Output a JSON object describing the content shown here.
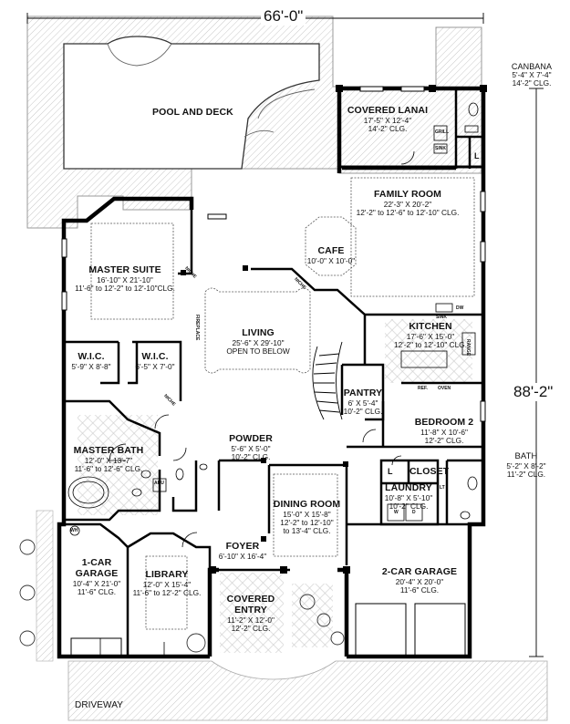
{
  "plan": {
    "width_dim": "66'-0\"",
    "depth_dim": "88'-2\"",
    "rooms": [
      {
        "id": "pool",
        "name": "POOL AND DECK",
        "lines": []
      },
      {
        "id": "lanai",
        "name": "COVERED LANAI",
        "lines": [
          "17'-5\" X 12'-4\"",
          "14'-2\" CLG."
        ]
      },
      {
        "id": "canbana",
        "name": "CANBANA",
        "lines": [
          "5'-4\" X 7'-4\"",
          "14'-2\" CLG."
        ]
      },
      {
        "id": "family",
        "name": "FAMILY ROOM",
        "lines": [
          "22'-3\" X 20'-2\"",
          "12'-2\" to 12'-6\" to 12'-10\" CLG."
        ]
      },
      {
        "id": "cafe",
        "name": "CAFE",
        "lines": [
          "10'-0\" X 10'-0\""
        ]
      },
      {
        "id": "master",
        "name": "MASTER SUITE",
        "lines": [
          "16'-10\" X 21'-10\"",
          "11'-6\" to 12'-2\" to 12'-10\"CLG."
        ]
      },
      {
        "id": "living",
        "name": "LIVING",
        "lines": [
          "25'-6\" X 29'-10\"",
          "OPEN TO BELOW"
        ]
      },
      {
        "id": "kitchen",
        "name": "KITCHEN",
        "lines": [
          "17'-6\" X 15'-0\"",
          "12'-2\" to 12'-10\" CLG."
        ]
      },
      {
        "id": "wic1",
        "name": "W.I.C.",
        "lines": [
          "5'-9\" X 8'-8\""
        ]
      },
      {
        "id": "wic2",
        "name": "W.I.C.",
        "lines": [
          "6'-5\" X 7'-0\""
        ]
      },
      {
        "id": "pantry",
        "name": "PANTRY",
        "lines": [
          "6' X 5'-4\"",
          "10'-2\" CLG."
        ]
      },
      {
        "id": "bedroom2",
        "name": "BEDROOM 2",
        "lines": [
          "11'-8\" X 10'-6\"",
          "12'-2\" CLG."
        ]
      },
      {
        "id": "powder",
        "name": "POWDER",
        "lines": [
          "5'-6\" X 5'-0\"",
          "10'-2\" CLG."
        ]
      },
      {
        "id": "bath",
        "name": "BATH",
        "lines": [
          "5'-2\" X 8'-2\"",
          "11'-2\" CLG."
        ]
      },
      {
        "id": "masterbath",
        "name": "MASTER BATH",
        "lines": [
          "12'-0\" X 13'-7\"",
          "11'-6\" to 12'-6\" CLG."
        ]
      },
      {
        "id": "closet",
        "name": "CLOSET",
        "lines": []
      },
      {
        "id": "laundry",
        "name": "LAUNDRY",
        "lines": [
          "10'-8\" X 5'-10\"",
          "10'-2\" CLG."
        ]
      },
      {
        "id": "dining",
        "name": "DINING ROOM",
        "lines": [
          "15'-0\" X 15'-8\"",
          "12'-2\" to 12'-10\"",
          "to 13'-4\" CLG."
        ]
      },
      {
        "id": "garage1",
        "name": "1-CAR",
        "lines": [
          "GARAGE",
          "10'-4\" X 21'-0\"",
          "11'-6\" CLG."
        ]
      },
      {
        "id": "library",
        "name": "LIBRARY",
        "lines": [
          "12'-0\" X 15'-4\"",
          "11'-6\" to 12'-2\" CLG."
        ]
      },
      {
        "id": "foyer",
        "name": "FOYER",
        "lines": [
          "6'-10\" X 16'-4\""
        ]
      },
      {
        "id": "garage2",
        "name": "2-CAR GARAGE",
        "lines": [
          "20'-4\" X 20'-0\"",
          "11'-6\" CLG."
        ]
      },
      {
        "id": "entry",
        "name": "COVERED",
        "lines": [
          "ENTRY",
          "11'-2\" X 12'-0\"",
          "12'-2\" CLG."
        ]
      },
      {
        "id": "driveway",
        "name": "DRIVEWAY",
        "lines": []
      }
    ],
    "small_labels": {
      "grill": "GRILL",
      "sink": "SINK",
      "l1": "L",
      "l2": "L",
      "fireplace": "FIREPLACE",
      "niche1": "NICHE",
      "niche2": "NICHE",
      "niche3": "NICHE",
      "ahu": "AHU",
      "wh": "WH",
      "dw": "DW",
      "ksink": "SINK",
      "range": "RANGE",
      "ref": "REF.",
      "oven": "OVEN",
      "w": "W",
      "d": "D",
      "lt": "LT"
    }
  }
}
